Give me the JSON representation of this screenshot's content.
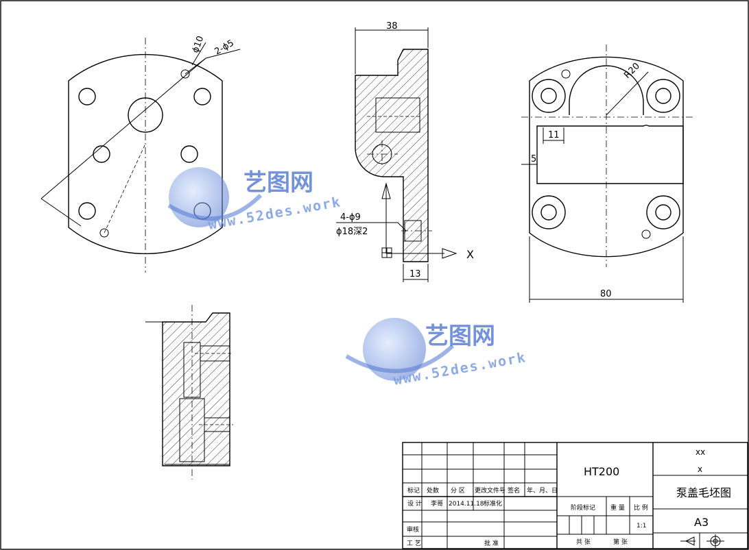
{
  "views": {
    "front": {
      "dim_hole_big": "ϕ10",
      "dim_holes_small": "2-ϕ5"
    },
    "section": {
      "dim_width": "38",
      "dim_holes_line1": "4-ϕ9",
      "dim_holes_line2": "ϕ18深2",
      "dim_base": "13",
      "axis_label": "X"
    },
    "side": {
      "dim_radius": "R20",
      "dim_11": "11",
      "dim_5": "5",
      "dim_80": "80"
    }
  },
  "watermark": {
    "cn": "艺图网",
    "en": "www.52des.work"
  },
  "title_block": {
    "material": "HT200",
    "company": "xx",
    "company2": "x",
    "drawing_name": "泵盖毛坯图",
    "sheet_size": "A3",
    "scale": "1:1",
    "headers": [
      "标记",
      "处数",
      "分 区",
      "更改文件号",
      "签名",
      "年、月、日"
    ],
    "design_row": [
      "设 计",
      "李哥",
      "2014.11.18",
      "标准化"
    ],
    "label_stage": "阶段标记",
    "label_weight": "重 量",
    "label_scale": "比 例",
    "label_review": "审核",
    "label_process": "工 艺",
    "label_approve": "批 准",
    "label_total": "共  张",
    "label_sheet": "第  张"
  },
  "colors": {
    "watermark_blue": "#5b7fd4",
    "line": "#000000"
  }
}
